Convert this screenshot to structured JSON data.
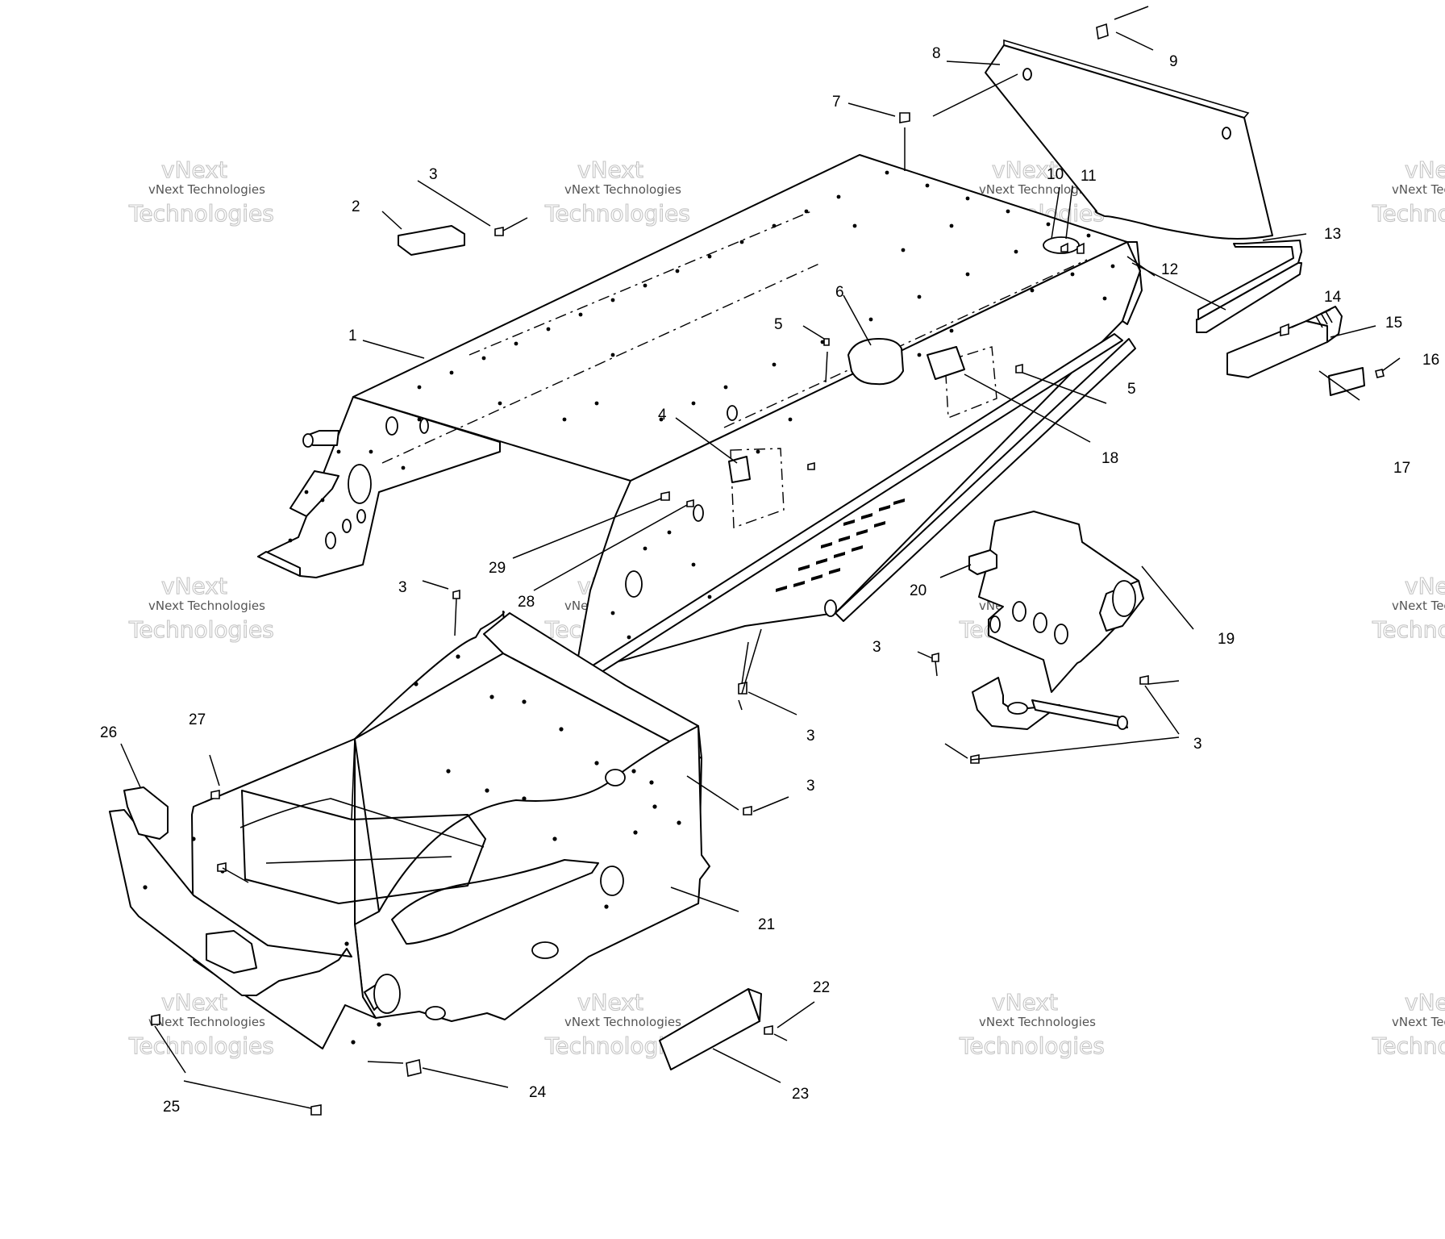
{
  "watermark": {
    "line1": "vNext",
    "line2": "vNext Technologies",
    "line3": "Technologies"
  },
  "callouts": [
    {
      "id": "c1",
      "text": "1"
    },
    {
      "id": "c2",
      "text": "2"
    },
    {
      "id": "c3a",
      "text": "3"
    },
    {
      "id": "c3b",
      "text": "3"
    },
    {
      "id": "c3c",
      "text": "3"
    },
    {
      "id": "c3d",
      "text": "3"
    },
    {
      "id": "c3e",
      "text": "3"
    },
    {
      "id": "c3f",
      "text": "3"
    },
    {
      "id": "c4",
      "text": "4"
    },
    {
      "id": "c5a",
      "text": "5"
    },
    {
      "id": "c5b",
      "text": "5"
    },
    {
      "id": "c6",
      "text": "6"
    },
    {
      "id": "c7",
      "text": "7"
    },
    {
      "id": "c8",
      "text": "8"
    },
    {
      "id": "c9",
      "text": "9"
    },
    {
      "id": "c10",
      "text": "10"
    },
    {
      "id": "c11",
      "text": "11"
    },
    {
      "id": "c12",
      "text": "12"
    },
    {
      "id": "c13",
      "text": "13"
    },
    {
      "id": "c14",
      "text": "14"
    },
    {
      "id": "c15",
      "text": "15"
    },
    {
      "id": "c16",
      "text": "16"
    },
    {
      "id": "c17",
      "text": "17"
    },
    {
      "id": "c18",
      "text": "18"
    },
    {
      "id": "c19",
      "text": "19"
    },
    {
      "id": "c20",
      "text": "20"
    },
    {
      "id": "c21",
      "text": "21"
    },
    {
      "id": "c22",
      "text": "22"
    },
    {
      "id": "c23",
      "text": "23"
    },
    {
      "id": "c24",
      "text": "24"
    },
    {
      "id": "c25",
      "text": "25"
    },
    {
      "id": "c26",
      "text": "26"
    },
    {
      "id": "c27",
      "text": "27"
    },
    {
      "id": "c28",
      "text": "28"
    },
    {
      "id": "c29",
      "text": "29"
    }
  ]
}
